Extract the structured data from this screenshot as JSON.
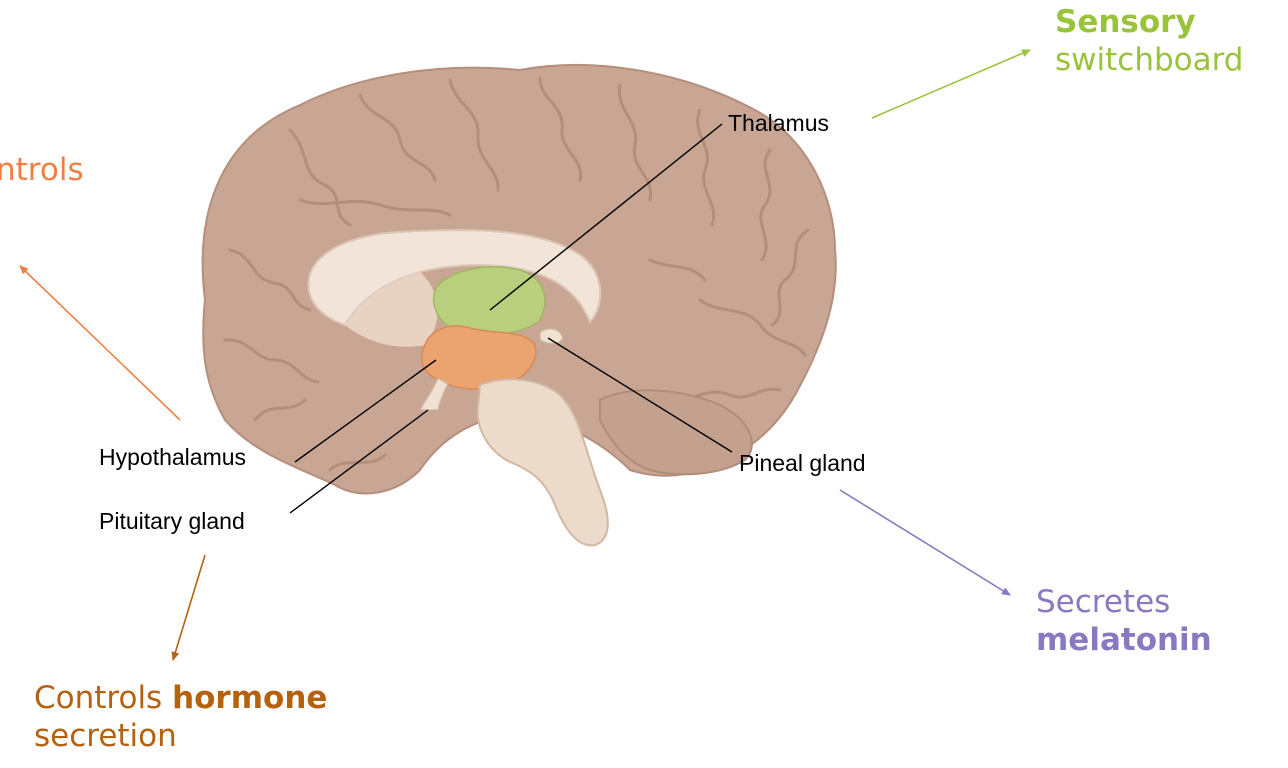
{
  "labels": {
    "thalamus": "Thalamus",
    "hypothalamus": "Hypothalamus",
    "pituitary": "Pituitary gland",
    "pineal": "Pineal gland"
  },
  "notes": {
    "thalamus_bold": "Sensory",
    "thalamus_rest": "switchboard",
    "hypothalamus_partial": "ntrols",
    "pituitary_pre": "Controls ",
    "pituitary_bold": "hormone",
    "pituitary_rest": "secretion",
    "pineal_pre": "Secretes",
    "pineal_bold": "melatonin"
  },
  "colors": {
    "thalamus_note": "#99c33a",
    "hypothalamus_note": "#ef7f45",
    "pituitary_note": "#b5620f",
    "pineal_note": "#8a78c0",
    "cortex": "#c9a593",
    "thalamus_region": "#b9cf7d",
    "hypothalamus_region": "#eba470"
  }
}
